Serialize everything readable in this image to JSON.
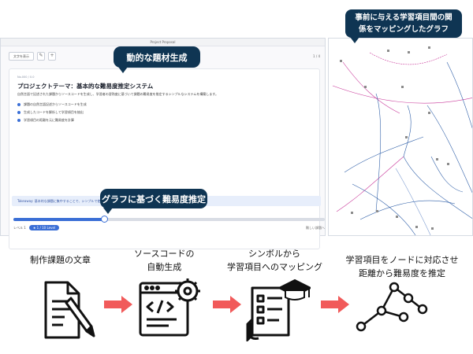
{
  "app": {
    "window_title": "Project Proposal",
    "toolbar": {
      "primary_button": "文字を表示",
      "page_indicator": "1 / 4"
    },
    "card": {
      "tag": "No.000 / 0.0",
      "title": "プロジェクトテーマ：基本的な難易度推定システム",
      "description": "自然言語で記述された課題からソースコードを生成し、学習者の習熟度に基づいて課題の難易度を推定するシンプルなシステムを構築します。",
      "bullets": [
        "課題の自然言語記述からソースコードを生成",
        "生成したコードを解析して学習項目を抽出",
        "学習項目の距離を元に難易度を計算"
      ]
    },
    "hint": "Takeaway: 基本的な課題に集中することで、シンプルで使いやすい…",
    "progress": {
      "fraction": 0.29
    },
    "level": {
      "label": "レベル 1",
      "value": "★ 1 / 10 Level",
      "right": "難しい課題へ"
    }
  },
  "callouts": {
    "dynamic_generation": "動的な題材生成",
    "graph_difficulty": "グラフに基づく難易度推定",
    "graph_mapping_line1": "事前に与える学習項目間の関",
    "graph_mapping_line2": "係をマッピングしたグラフ"
  },
  "pipeline": {
    "steps": [
      {
        "lines": [
          "制作課題の文章"
        ],
        "icon": "document-pencil-icon"
      },
      {
        "lines": [
          "ソースコードの",
          "自動生成"
        ],
        "icon": "code-window-gear-icon"
      },
      {
        "lines": [
          "シンボルから",
          "学習項目へのマッピング"
        ],
        "icon": "checklist-graduation-cap-icon"
      },
      {
        "lines": [
          "学習項目をノードに対応させ",
          "距離から難易度を推定"
        ],
        "icon": "node-graph-icon"
      }
    ],
    "arrow_color": "#f15a5a"
  },
  "colors": {
    "callout_bg": "#0f3553",
    "accent": "#3b6fd6"
  }
}
